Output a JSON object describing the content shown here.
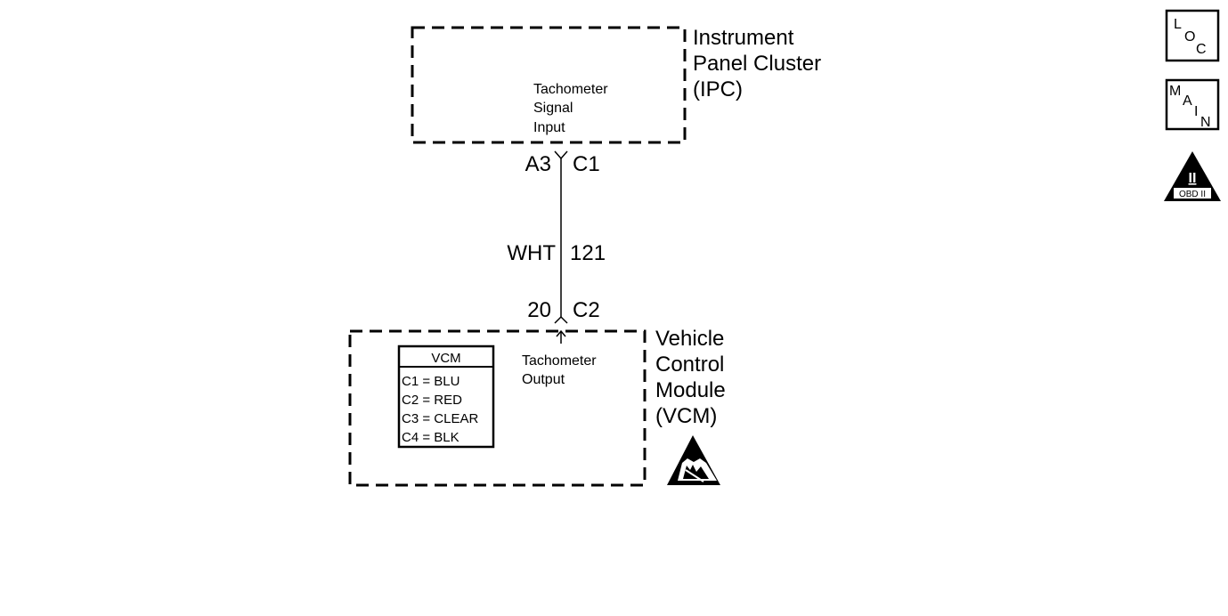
{
  "ipc": {
    "name_lines": [
      "Instrument",
      "Panel Cluster",
      "(IPC)"
    ],
    "signal_lines": [
      "Tachometer",
      "Signal",
      "Input"
    ],
    "pin": "A3",
    "connector": "C1"
  },
  "wire": {
    "color": "WHT",
    "circuit": "121"
  },
  "vcm": {
    "name_lines": [
      "Vehicle",
      "Control",
      "Module",
      "(VCM)"
    ],
    "signal_lines": [
      "Tachometer",
      "Output"
    ],
    "pin": "20",
    "connector": "C2",
    "legend": {
      "title": "VCM",
      "rows": [
        "C1 = BLU",
        "C2 = RED",
        "C3 = CLEAR",
        "C4 = BLK"
      ]
    }
  },
  "icons": {
    "loc": {
      "letters": [
        "L",
        "O",
        "C"
      ]
    },
    "main": {
      "letters": [
        "M",
        "A",
        "I",
        "N"
      ]
    },
    "obd": {
      "top": "II",
      "bottom": "OBD II"
    },
    "esd": "esd-warning-icon"
  }
}
